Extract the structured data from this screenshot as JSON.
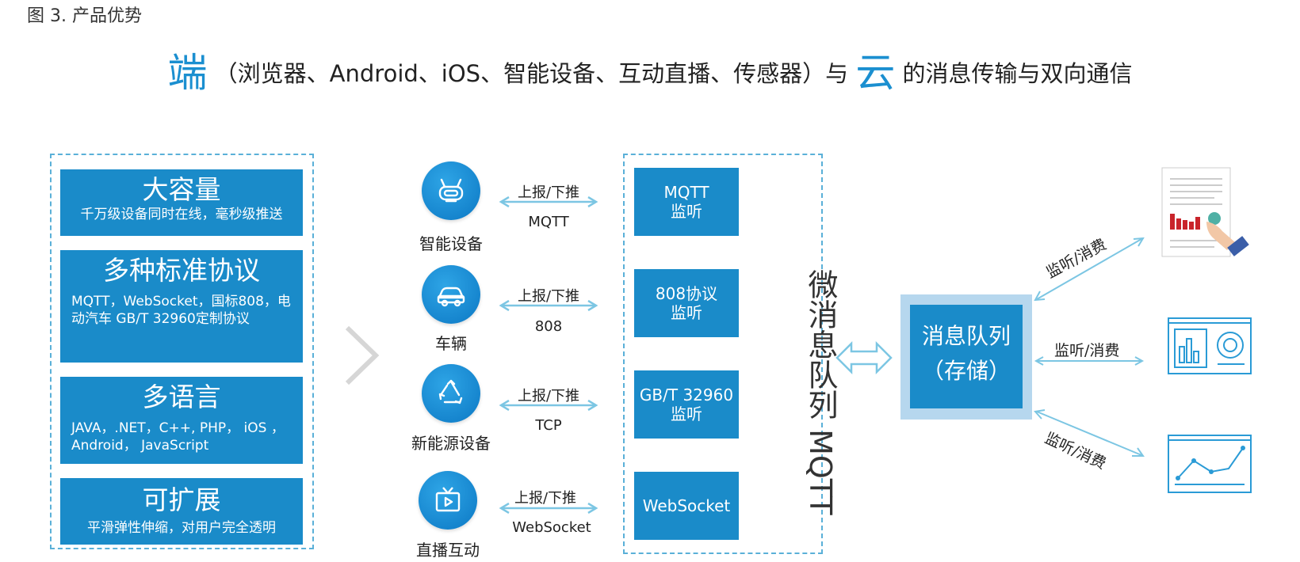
{
  "caption": "图 3. 产品优势",
  "headline": {
    "char_duan": "端",
    "middle": "（浏览器、Android、iOS、智能设备、互动直播、传感器）与",
    "char_yun": "云",
    "tail": "的消息传输与双向通信"
  },
  "features": [
    {
      "title": "大容量",
      "desc": "千万级设备同时在线，毫秒级推送"
    },
    {
      "title": "多种标准协议",
      "desc": "MQTT，WebSocket，国标808，电动汽车 GB/T 32960定制协议"
    },
    {
      "title": "多语言",
      "desc": "JAVA，.NET，C++, PHP， iOS ，Android， JavaScript"
    },
    {
      "title": "可扩展",
      "desc": "平滑弹性伸缩，对用户完全透明"
    }
  ],
  "devices": [
    {
      "label": "智能设备",
      "icon": "robot-icon",
      "action": "上报/下推",
      "protocol": "MQTT"
    },
    {
      "label": "车辆",
      "icon": "car-icon",
      "action": "上报/下推",
      "protocol": "808"
    },
    {
      "label": "新能源设备",
      "icon": "recycle-icon",
      "action": "上报/下推",
      "protocol": "TCP"
    },
    {
      "label": "直播互动",
      "icon": "tv-play-icon",
      "action": "上报/下推",
      "protocol": "WebSocket"
    }
  ],
  "listeners": [
    {
      "line1": "MQTT",
      "line2": "监听"
    },
    {
      "line1": "808协议",
      "line2": "监听"
    },
    {
      "line1": "GB/T 32960",
      "line2": "监听"
    },
    {
      "line1": "WebSocket",
      "line2": ""
    }
  ],
  "micro_queue_title": "微消息队列 MQTT",
  "queue": {
    "line1": "消息队列",
    "line2": "（存储）"
  },
  "consumer_labels": [
    "监听/消费",
    "监听/消费",
    "监听/消费"
  ],
  "consumer_icons": [
    "report-hand-icon",
    "dashboard-icon",
    "line-chart-icon"
  ],
  "colors": {
    "accent": "#1a8bc9",
    "arrow": "#7cc6e3",
    "dashed": "#5ab0d8"
  }
}
